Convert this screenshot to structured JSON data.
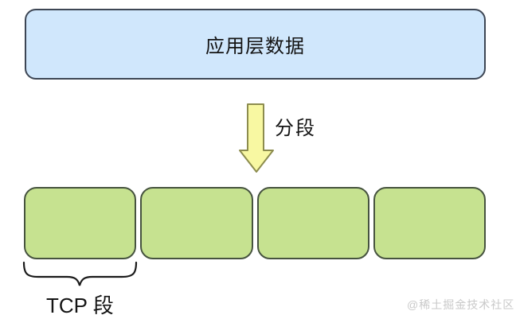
{
  "boxes": {
    "application": {
      "label": "应用层数据"
    }
  },
  "labels": {
    "segmentation": "分段",
    "tcp_segment": "TCP 段"
  },
  "segments": {
    "count": 4
  },
  "icons": {
    "down_arrow": "down-arrow-icon",
    "brace": "underbrace-icon"
  },
  "watermark": {
    "text": "@稀土掘金技术社区"
  },
  "colors": {
    "application_fill": "#d0e7fc",
    "application_border": "#3d4654",
    "segment_fill": "#c6e290",
    "segment_border": "#46533f",
    "arrow_fill": "#f8f8a2",
    "arrow_border": "#8c8c4e",
    "brace_stroke": "#1a1a1a",
    "text": "#141414",
    "watermark": "#c9c9c9",
    "background": "#ffffff"
  }
}
